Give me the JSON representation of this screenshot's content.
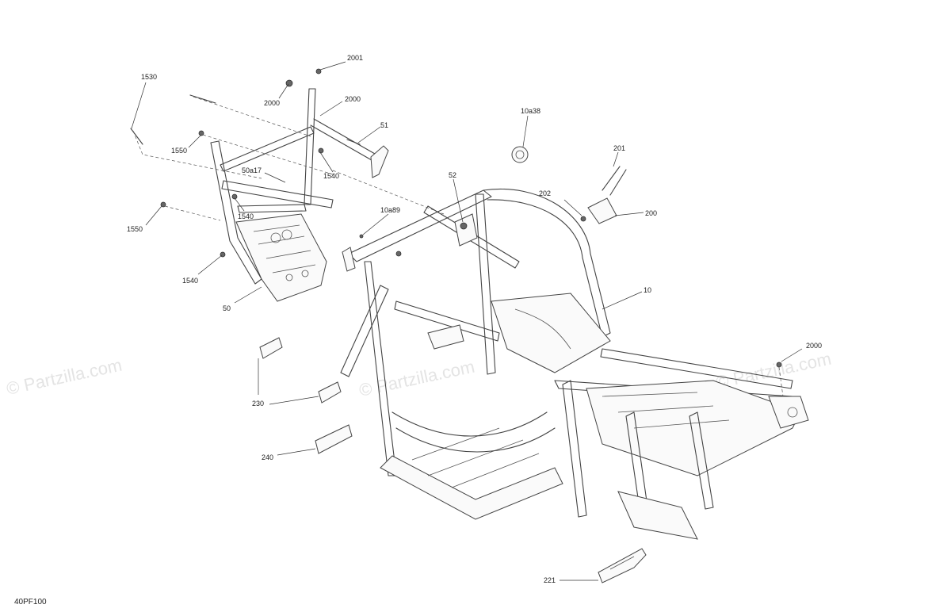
{
  "diagram": {
    "code": "40PF100",
    "watermark": "© Partzilla.com",
    "callouts": [
      {
        "id": "c-2001",
        "text": "2001"
      },
      {
        "id": "c-1530",
        "text": "1530"
      },
      {
        "id": "c-2000-a",
        "text": "2000"
      },
      {
        "id": "c-2000-b",
        "text": "2000"
      },
      {
        "id": "c-51",
        "text": "51"
      },
      {
        "id": "c-1550-a",
        "text": "1550"
      },
      {
        "id": "c-50a17",
        "text": "50a17"
      },
      {
        "id": "c-1540-a",
        "text": "1540"
      },
      {
        "id": "c-1540-b",
        "text": "1540"
      },
      {
        "id": "c-1550-b",
        "text": "1550"
      },
      {
        "id": "c-1540-c",
        "text": "1540"
      },
      {
        "id": "c-50",
        "text": "50"
      },
      {
        "id": "c-10a38",
        "text": "10a38"
      },
      {
        "id": "c-201",
        "text": "201"
      },
      {
        "id": "c-52",
        "text": "52"
      },
      {
        "id": "c-202",
        "text": "202"
      },
      {
        "id": "c-200",
        "text": "200"
      },
      {
        "id": "c-10a89",
        "text": "10a89"
      },
      {
        "id": "c-10",
        "text": "10"
      },
      {
        "id": "c-2000-c",
        "text": "2000"
      },
      {
        "id": "c-230",
        "text": "230"
      },
      {
        "id": "c-240",
        "text": "240"
      },
      {
        "id": "c-221",
        "text": "221"
      }
    ]
  }
}
